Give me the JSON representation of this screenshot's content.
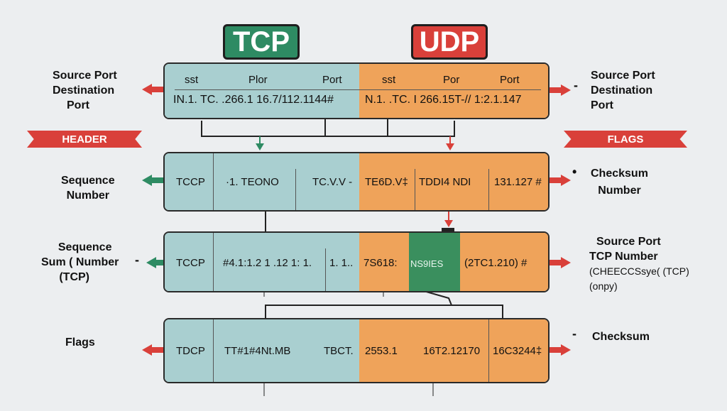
{
  "titles": {
    "tcp": "TCP",
    "udp": "UDP"
  },
  "banners": {
    "left": "HEADER",
    "right": "FLAGS"
  },
  "colors": {
    "tcp_green": "#2e8b63",
    "udp_red": "#d9403a",
    "teal": "#a9cfd0",
    "orange": "#efa35a",
    "dark_green": "#3a8f5e"
  },
  "rows": [
    {
      "header_left": [
        "sst",
        "Plor",
        "Port"
      ],
      "header_right": [
        "sst",
        "Por",
        "Port"
      ],
      "values_left": "IN.1. TC. .266.1 16.7/112.1144#",
      "values_right": "N.1. .TC. I 266.15T-// 1:2.1.147"
    },
    {
      "cells_left": [
        "TCCP",
        "·1. TEONO",
        "TC.V.V -"
      ],
      "cells_right": [
        "TE6D.V‡",
        "TDDI4 NDI",
        "131.127 #"
      ]
    },
    {
      "cells_left": [
        "TCCP",
        "#4.1:1.2 1 .12 1: 1.",
        "1. 1.."
      ],
      "cells_right": [
        "7S618:",
        "NS9IES",
        "(2TC1.210) #"
      ]
    },
    {
      "cells_left": [
        "TDCP",
        "TT#1#4Nt.MB",
        "TBCT."
      ],
      "cells_right": [
        "2553.1",
        "16T2.12170",
        "16C3244‡"
      ]
    }
  ],
  "left_labels": [
    {
      "lines": [
        "Source Port",
        "Destination",
        "Port"
      ]
    },
    {
      "lines": [
        "Sequence",
        "Number"
      ]
    },
    {
      "lines": [
        "Sequence",
        "Sum ( Number",
        "(TCP)"
      ],
      "dash": "-"
    },
    {
      "lines": [
        "Flags"
      ]
    }
  ],
  "right_labels": [
    {
      "lines": [
        "Source Port",
        "Destination",
        "Port"
      ],
      "dash": "-"
    },
    {
      "lines": [
        "Checksum",
        "Number"
      ],
      "bullet": "•"
    },
    {
      "lines": [
        "Source Port",
        "TCP    Number",
        "(CHEECCSsye( (TCP)",
        "(onpy)"
      ]
    },
    {
      "lines": [
        "Checksum"
      ],
      "dash": "-"
    }
  ]
}
